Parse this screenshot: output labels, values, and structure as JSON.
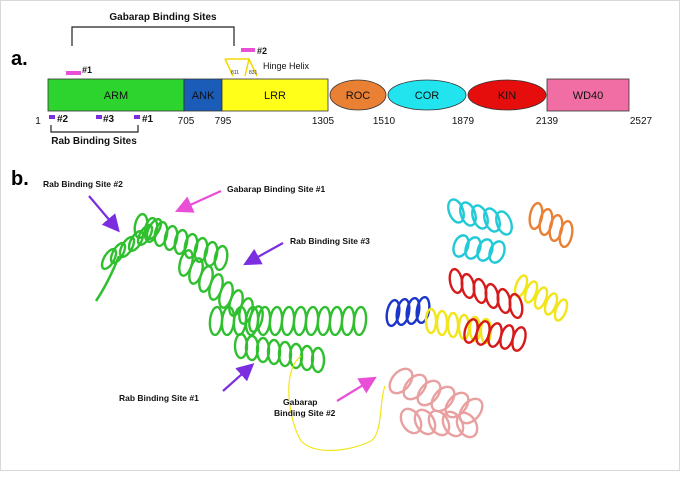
{
  "panel_a": {
    "label": "a.",
    "gabarap_title": "Gabarap Binding Sites",
    "rab_title": "Rab Binding Sites",
    "hinge_label": "Hinge Helix",
    "hinge_res_left": "811",
    "hinge_res_right": "831",
    "gabarap_sites": [
      {
        "name": "#1",
        "color": "#e94fd6"
      },
      {
        "name": "#2",
        "color": "#e94fd6"
      }
    ],
    "rab_sites": [
      {
        "name": "#2",
        "color": "#7b2ee0"
      },
      {
        "name": "#3",
        "color": "#7b2ee0"
      },
      {
        "name": "#1",
        "color": "#7b2ee0"
      }
    ],
    "domains": [
      {
        "name": "ARM",
        "start": 1,
        "end": 705,
        "color": "#2ed42e",
        "shape": "rect"
      },
      {
        "name": "ANK",
        "start": 705,
        "end": 795,
        "color": "#1a5cb8",
        "shape": "rect"
      },
      {
        "name": "LRR",
        "start": 795,
        "end": 1305,
        "color": "#ffff1a",
        "shape": "rect"
      },
      {
        "name": "ROC",
        "start": 1305,
        "end": 1510,
        "color": "#e98034",
        "shape": "ellipse"
      },
      {
        "name": "COR",
        "start": 1510,
        "end": 1879,
        "color": "#22e4ee",
        "shape": "ellipse"
      },
      {
        "name": "KIN",
        "start": 1879,
        "end": 2139,
        "color": "#e60d0d",
        "shape": "ellipse"
      },
      {
        "name": "WD40",
        "start": 2139,
        "end": 2527,
        "color": "#f06ea3",
        "shape": "rect"
      }
    ],
    "positions": [
      "1",
      "705",
      "795",
      "1305",
      "1510",
      "1879",
      "2139",
      "2527"
    ]
  },
  "panel_b": {
    "label": "b.",
    "annotations": {
      "rab2": "Rab Binding Site #2",
      "gab1": "Gabarap Binding Site #1",
      "rab3": "Rab Binding Site #3",
      "rab1": "Rab Binding Site #1",
      "gab2_line1": "Gabarap",
      "gab2_line2": "Binding Site #2"
    },
    "colors": {
      "rab_arrow": "#7b2ee0",
      "gabarap_arrow": "#e94fd6",
      "arm": "#2fbf2f",
      "ank": "#1c35c9",
      "lrr": "#f2e51a",
      "roc": "#e98034",
      "cor": "#22c9d6",
      "kin": "#d61a1a",
      "wd40": "#e8a0a0"
    }
  }
}
